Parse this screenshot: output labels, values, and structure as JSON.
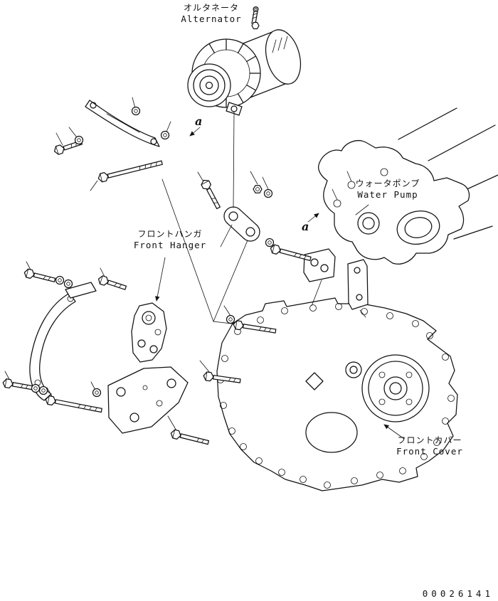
{
  "labels": {
    "alternator": {
      "jp": "オルタネータ",
      "en": "Alternator"
    },
    "water_pump": {
      "jp": "ウォータポンプ",
      "en": "Water Pump"
    },
    "front_hanger": {
      "jp": "フロントハンガ",
      "en": "Front Hanger"
    },
    "front_cover": {
      "jp": "フロントカバー",
      "en": "Front Cover"
    },
    "ref_marker_top": "a",
    "ref_marker_right": "a"
  },
  "footer": {
    "drawing_number": "00026141"
  },
  "colors": {
    "line": "#111111",
    "background": "#ffffff"
  }
}
